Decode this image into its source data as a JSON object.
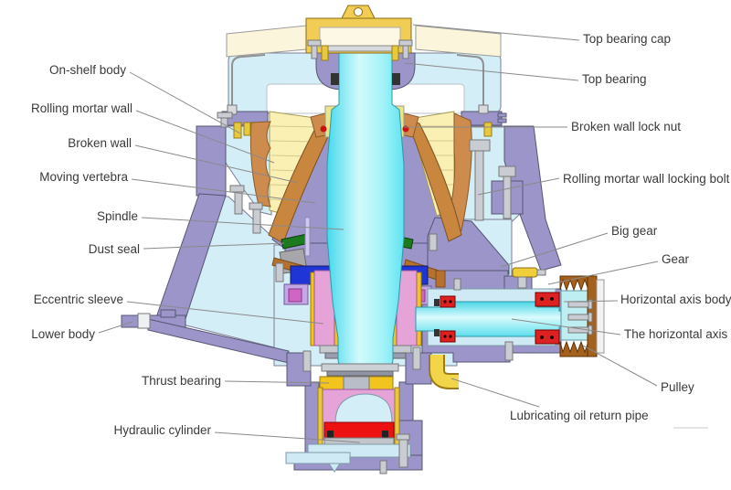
{
  "diagram": {
    "subject": "Cone crusher cross-section structure diagram",
    "labels": {
      "left": [
        "On-shelf body",
        "Rolling mortar wall",
        "Broken wall",
        "Moving vertebra",
        "Spindle",
        "Dust seal",
        "Eccentric sleeve",
        "Lower body",
        "Thrust bearing",
        "Hydraulic cylinder"
      ],
      "right": [
        "Top bearing cap",
        "Top bearing",
        "Broken wall lock nut",
        "Rolling mortar wall locking bolt",
        "Big gear",
        "Gear",
        "Horizontal axis body",
        "The horizontal axis",
        "Pulley",
        "Lubricating oil return pipe"
      ]
    },
    "palette": {
      "body_fill": "#d3eef7",
      "frame_purple": "#9b95c9",
      "spindle_cyan": "#7ce9f5",
      "cap_cream": "#fbf5dc",
      "cap_gold": "#f1cd55",
      "wall_cream": "#faf0b4",
      "mantle_orange": "#c8863f",
      "dust_seal_green": "#1e7a1e",
      "eccentric_pink": "#e5a3d8",
      "accent_blue": "#1f35d6",
      "hydraulic_red": "#ee1111",
      "pulley_brown": "#a4611e",
      "bolt_gray": "#c9ccd2",
      "label_text": "#3a3a3a",
      "leader_line": "#8a8a8a"
    }
  }
}
